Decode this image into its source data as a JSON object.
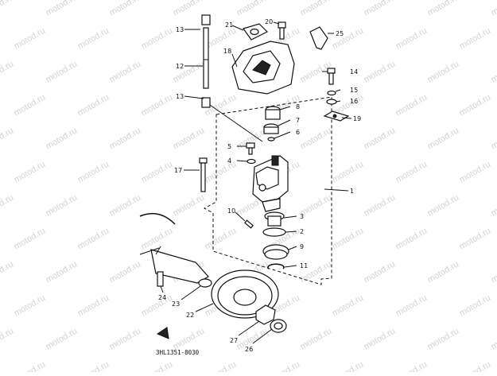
{
  "watermark": "motod.ru",
  "drawing_code": "3HL1351-8030",
  "callouts": {
    "p1": "1",
    "p2": "2",
    "p3": "3",
    "p4": "4",
    "p5": "5",
    "p6": "6",
    "p7": "7",
    "p8": "8",
    "p9": "9",
    "p10": "10",
    "p11": "11",
    "p12": "12",
    "p13a": "13",
    "p13b": "13",
    "p14": "14",
    "p15": "15",
    "p16": "16",
    "p17": "17",
    "p18": "18",
    "p19": "19",
    "p20": "20",
    "p21": "21",
    "p22": "22",
    "p23": "23",
    "p24": "24",
    "p25": "25",
    "p26": "26",
    "p27": "27"
  }
}
